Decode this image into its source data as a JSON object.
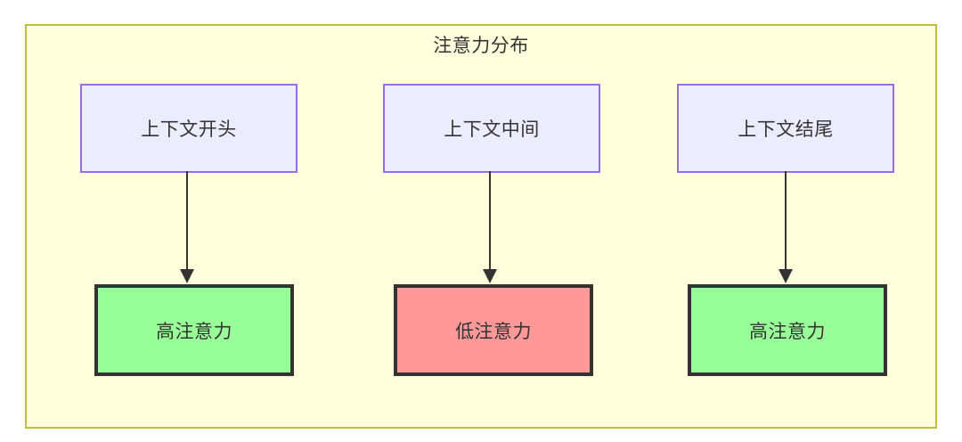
{
  "diagram": {
    "type": "flowchart",
    "title": "注意力分布",
    "colors": {
      "container_fill": "#ffffde",
      "container_border": "#bfbf3f",
      "context_fill": "#ececff",
      "context_border": "#9370db",
      "high_attention_fill": "#99ff99",
      "low_attention_fill": "#ff9999",
      "node_border_dark": "#333333",
      "arrow": "#333333",
      "text": "#333333"
    },
    "context_nodes": [
      {
        "id": "ctx-start",
        "label": "上下文开头"
      },
      {
        "id": "ctx-middle",
        "label": "上下文中间"
      },
      {
        "id": "ctx-end",
        "label": "上下文结尾"
      }
    ],
    "attention_nodes": [
      {
        "id": "att-left",
        "label": "高注意力",
        "level": "high"
      },
      {
        "id": "att-center",
        "label": "低注意力",
        "level": "low"
      },
      {
        "id": "att-right",
        "label": "高注意力",
        "level": "high"
      }
    ],
    "edges": [
      {
        "from": "ctx-start",
        "to": "att-left",
        "label": ""
      },
      {
        "from": "ctx-middle",
        "to": "att-center",
        "label": ""
      },
      {
        "from": "ctx-end",
        "to": "att-right",
        "label": ""
      }
    ]
  }
}
